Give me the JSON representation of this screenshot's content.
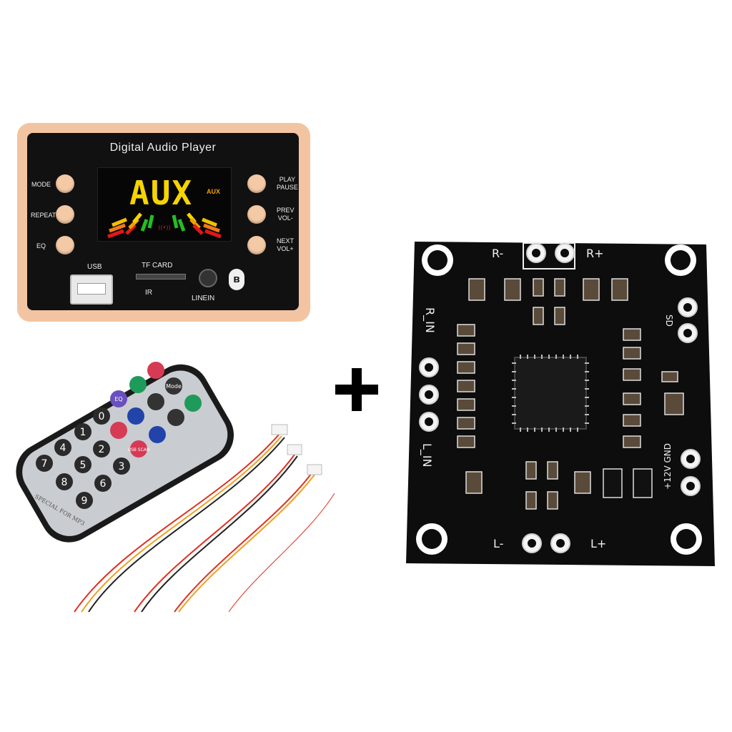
{
  "player": {
    "title": "Digital Audio Player",
    "left_buttons": [
      "MODE",
      "REPEAT",
      "EQ"
    ],
    "right_buttons": [
      [
        "PLAY",
        "PAUSE"
      ],
      [
        "PREV",
        "VOL-"
      ],
      [
        "NEXT",
        "VOL+"
      ]
    ],
    "display_text": "AUX",
    "display_badge": "AUX",
    "usb_label": "USB",
    "tf_label": "TF CARD",
    "ir_label": "IR",
    "linein_label": "LINEIN",
    "bluetooth_icon": "bluetooth-icon"
  },
  "plus_symbol": "plus-icon",
  "remote": {
    "keys": [
      "0",
      "1",
      "2",
      "3",
      "4",
      "5",
      "6",
      "7",
      "8",
      "9"
    ],
    "special_keys": [
      "Mode",
      "EQ",
      "USB SCAN"
    ],
    "footer": "SPECIAL FOR MP3"
  },
  "amp": {
    "labels": {
      "r_minus": "R-",
      "r_plus": "R+",
      "l_minus": "L-",
      "l_plus": "L+",
      "r_in": "R_IN",
      "l_in": "L_IN",
      "sd": "SD",
      "power": "+12V GND"
    }
  }
}
